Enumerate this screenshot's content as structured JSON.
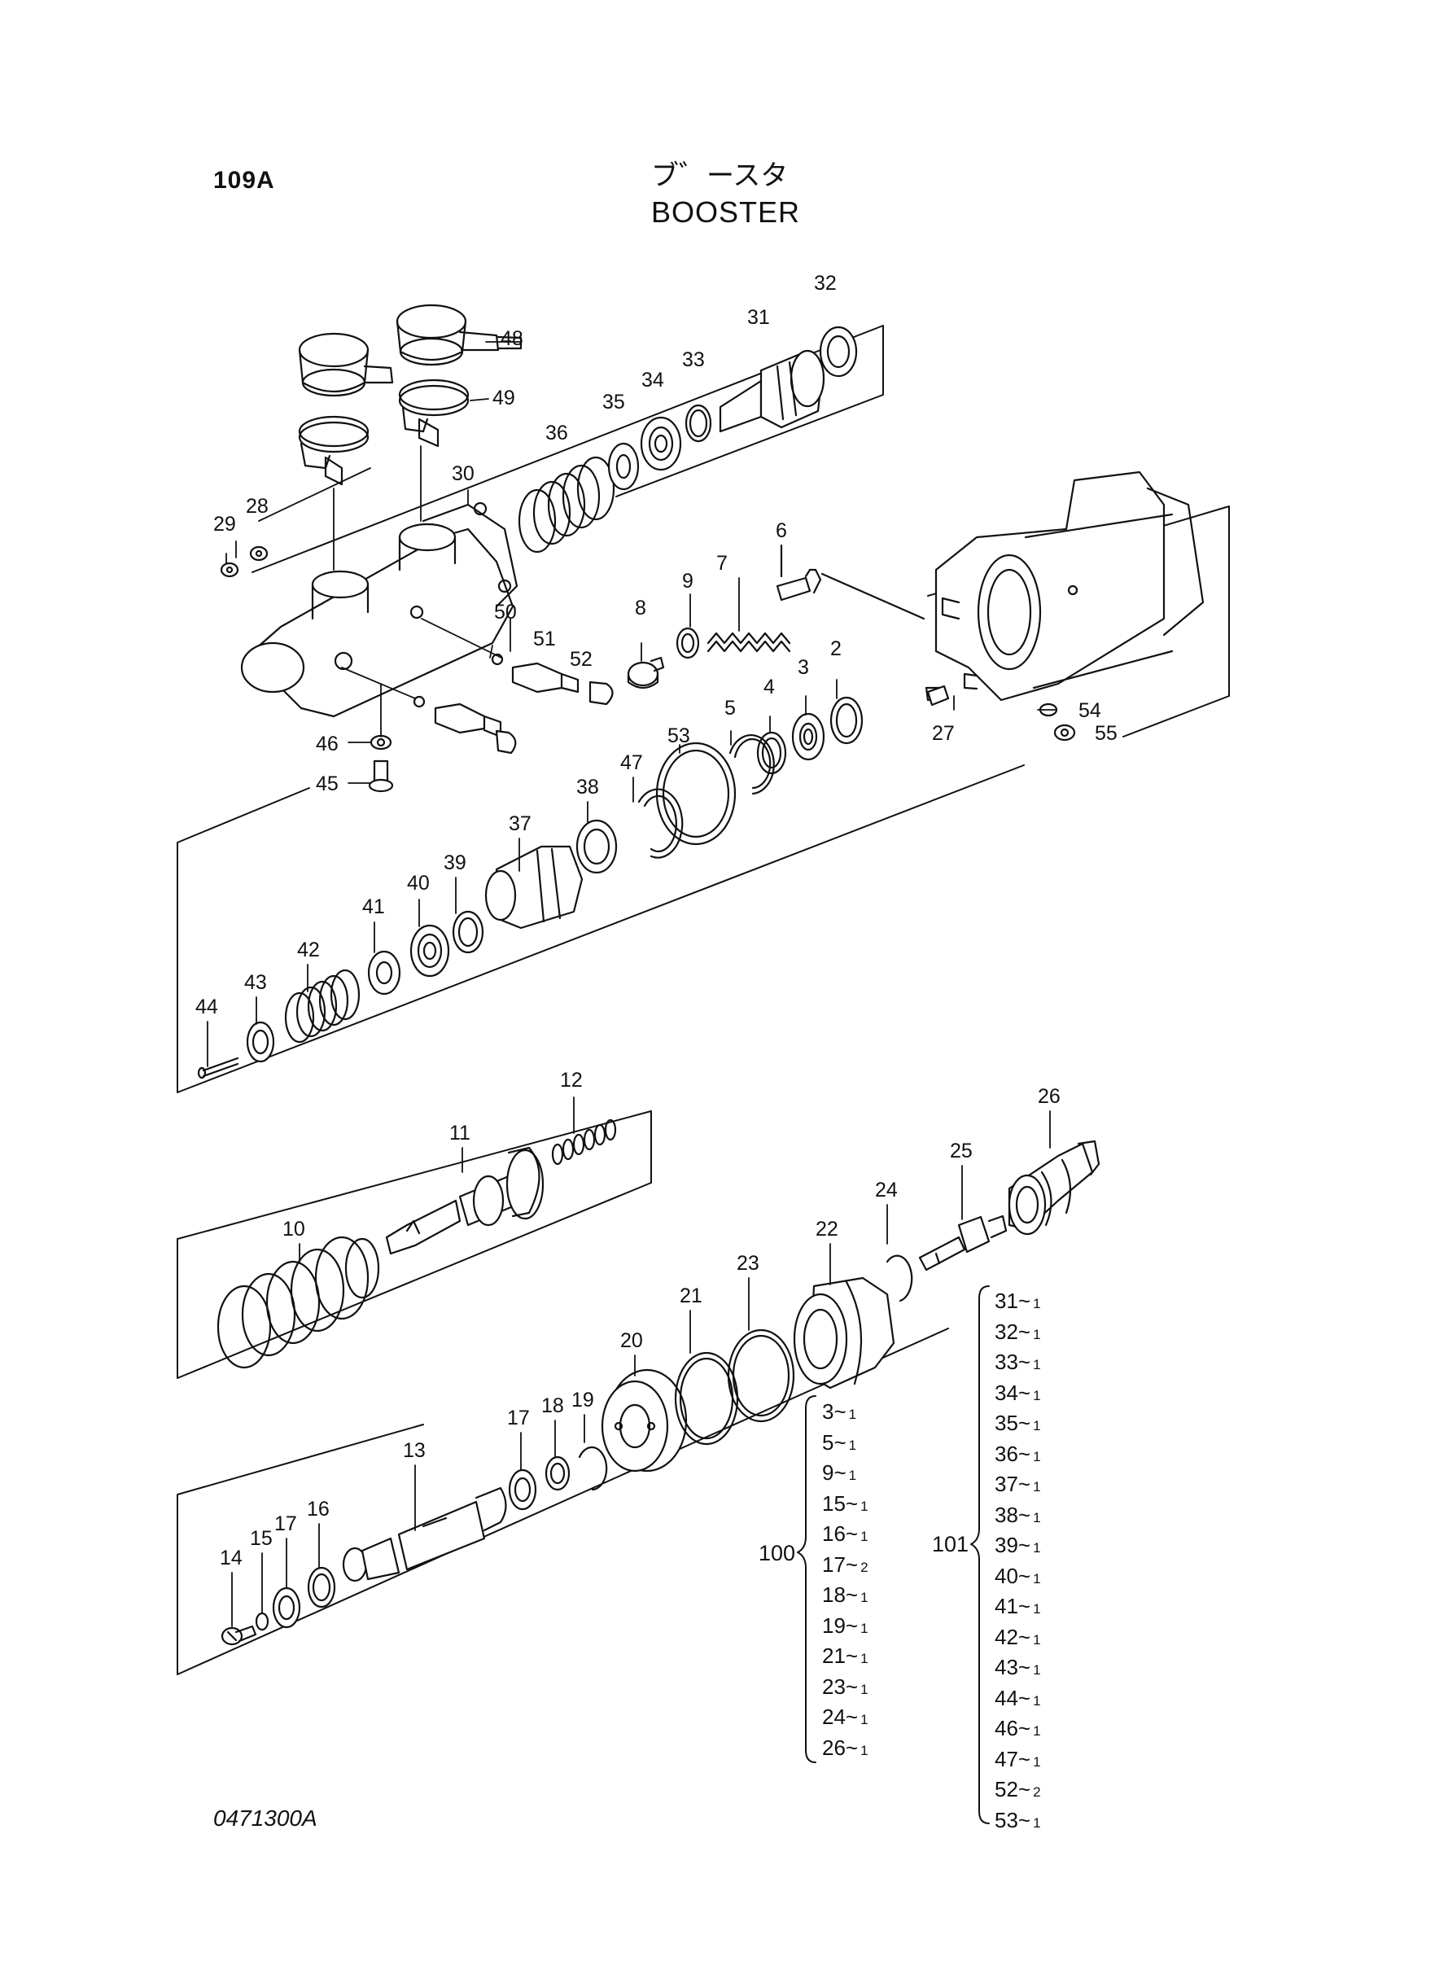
{
  "header": {
    "page_code": "109A",
    "title_jp": "ブ゛ースタ",
    "title_en": "BOOSTER"
  },
  "footer": {
    "drawing_no": "0471300A"
  },
  "callouts": {
    "n2": "2",
    "n3": "3",
    "n4": "4",
    "n5": "5",
    "n6": "6",
    "n7": "7",
    "n8": "8",
    "n9": "9",
    "n10": "10",
    "n11": "11",
    "n12": "12",
    "n13": "13",
    "n14": "14",
    "n15": "15",
    "n16": "16",
    "n17a": "17",
    "n17b": "17",
    "n18": "18",
    "n19": "19",
    "n20": "20",
    "n21": "21",
    "n22": "22",
    "n23": "23",
    "n24": "24",
    "n25": "25",
    "n26": "26",
    "n27": "27",
    "n28": "28",
    "n29": "29",
    "n30": "30",
    "n31": "31",
    "n32": "32",
    "n33": "33",
    "n34": "34",
    "n35": "35",
    "n36": "36",
    "n37": "37",
    "n38": "38",
    "n39": "39",
    "n40": "40",
    "n41": "41",
    "n42": "42",
    "n43": "43",
    "n44": "44",
    "n45": "45",
    "n46": "46",
    "n47": "47",
    "n48": "48",
    "n49": "49",
    "n50": "50",
    "n51": "51",
    "n52": "52",
    "n53": "53",
    "n54": "54",
    "n55": "55"
  },
  "kit_100": {
    "id": "100",
    "items": [
      {
        "part": "3",
        "qty": "1"
      },
      {
        "part": "5",
        "qty": "1"
      },
      {
        "part": "9",
        "qty": "1"
      },
      {
        "part": "15",
        "qty": "1"
      },
      {
        "part": "16",
        "qty": "1"
      },
      {
        "part": "17",
        "qty": "2"
      },
      {
        "part": "18",
        "qty": "1"
      },
      {
        "part": "19",
        "qty": "1"
      },
      {
        "part": "21",
        "qty": "1"
      },
      {
        "part": "23",
        "qty": "1"
      },
      {
        "part": "24",
        "qty": "1"
      },
      {
        "part": "26",
        "qty": "1"
      }
    ]
  },
  "kit_101": {
    "id": "101",
    "items": [
      {
        "part": "31",
        "qty": "1"
      },
      {
        "part": "32",
        "qty": "1"
      },
      {
        "part": "33",
        "qty": "1"
      },
      {
        "part": "34",
        "qty": "1"
      },
      {
        "part": "35",
        "qty": "1"
      },
      {
        "part": "36",
        "qty": "1"
      },
      {
        "part": "37",
        "qty": "1"
      },
      {
        "part": "38",
        "qty": "1"
      },
      {
        "part": "39",
        "qty": "1"
      },
      {
        "part": "40",
        "qty": "1"
      },
      {
        "part": "41",
        "qty": "1"
      },
      {
        "part": "42",
        "qty": "1"
      },
      {
        "part": "43",
        "qty": "1"
      },
      {
        "part": "44",
        "qty": "1"
      },
      {
        "part": "46",
        "qty": "1"
      },
      {
        "part": "47",
        "qty": "1"
      },
      {
        "part": "52",
        "qty": "2"
      },
      {
        "part": "53",
        "qty": "1"
      }
    ]
  }
}
